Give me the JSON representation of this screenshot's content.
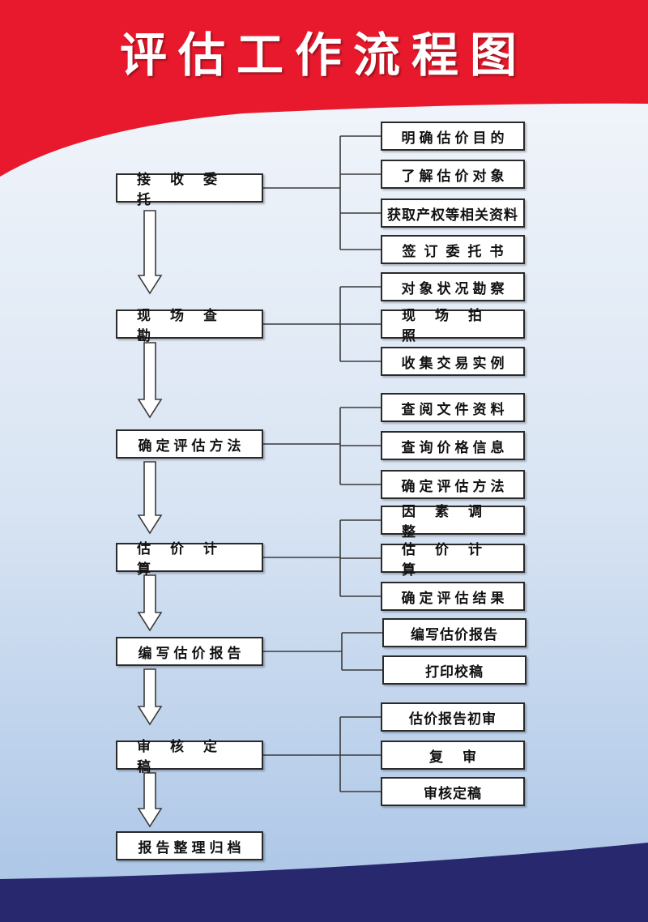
{
  "title": "评估工作流程图",
  "colors": {
    "banner_red": "#e8192c",
    "bottom_navy": "#28286e",
    "line": "#3a3a3a"
  },
  "steps": [
    {
      "label": "接收委托",
      "subs": [
        "明确估价目的",
        "了解估价对象",
        "获取产权等相关资料",
        "签订委托书"
      ]
    },
    {
      "label": "现场查勘",
      "subs": [
        "对象状况勘察",
        "现场拍照",
        "收集交易实例"
      ]
    },
    {
      "label": "确定评估方法",
      "subs": [
        "查阅文件资料",
        "查询价格信息",
        "确定评估方法"
      ]
    },
    {
      "label": "估价计算",
      "subs": [
        "因素调整",
        "估价计算",
        "确定评估结果"
      ]
    },
    {
      "label": "编写估价报告",
      "subs": [
        "编写估价报告",
        "打印校稿"
      ]
    },
    {
      "label": "审核定稿",
      "subs": [
        "估价报告初审",
        "复审",
        "审核定稿"
      ]
    },
    {
      "label": "报告整理归档",
      "subs": []
    }
  ]
}
